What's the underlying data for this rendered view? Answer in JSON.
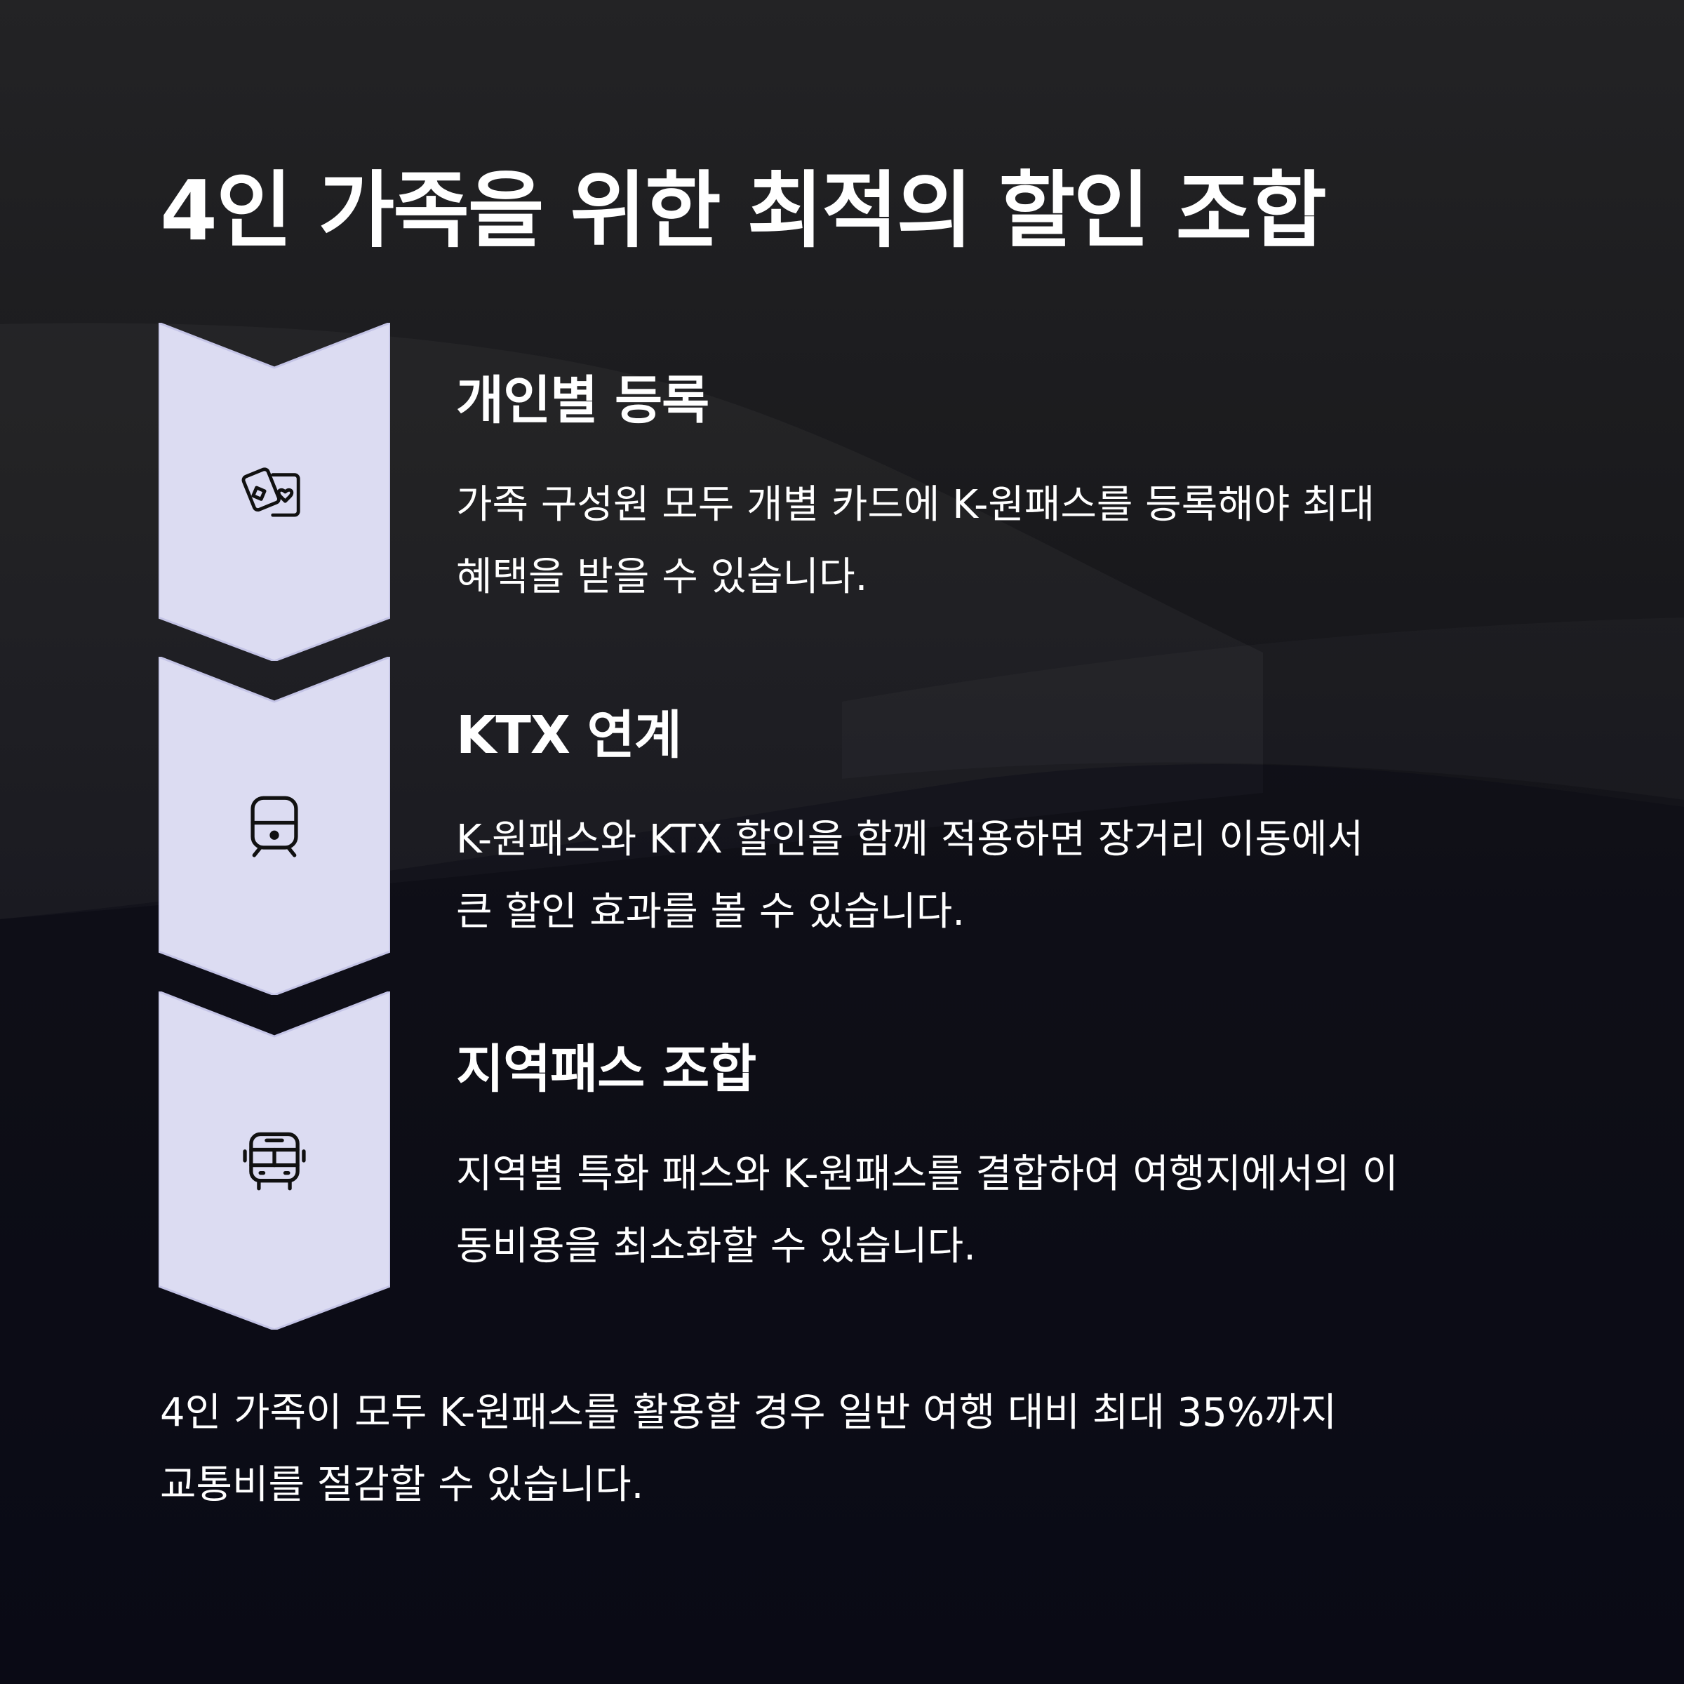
{
  "title": "4인 가족을 위한 최적의 할인 조합",
  "steps": [
    {
      "heading": "개인별 등록",
      "desc_lines": [
        "가족 구성원 모두 개별 카드에 K-원패스를 등록해야 최대",
        "혜택을 받을 수 있습니다."
      ],
      "icon": "cards-icon"
    },
    {
      "heading": "KTX 연계",
      "desc_lines": [
        "K-원패스와 KTX 할인을 함께 적용하면 장거리 이동에서",
        "큰 할인 효과를 볼 수 있습니다."
      ],
      "icon": "train-icon"
    },
    {
      "heading": "지역패스 조합",
      "desc_lines": [
        "지역별 특화 패스와 K-원패스를 결합하여 여행지에서의 이",
        "동비용을 최소화할 수 있습니다."
      ],
      "icon": "bus-icon"
    }
  ],
  "summary_lines": [
    "4인 가족이 모두 K-원패스를 활용할 경우 일반 여행 대비 최대 35%까지",
    "교통비를 절감할 수 있습니다."
  ],
  "colors": {
    "chevron_fill": "#dcdcf2",
    "chevron_stroke": "#c4c4e6",
    "icon_stroke": "#111111",
    "text": "#ffffff"
  }
}
